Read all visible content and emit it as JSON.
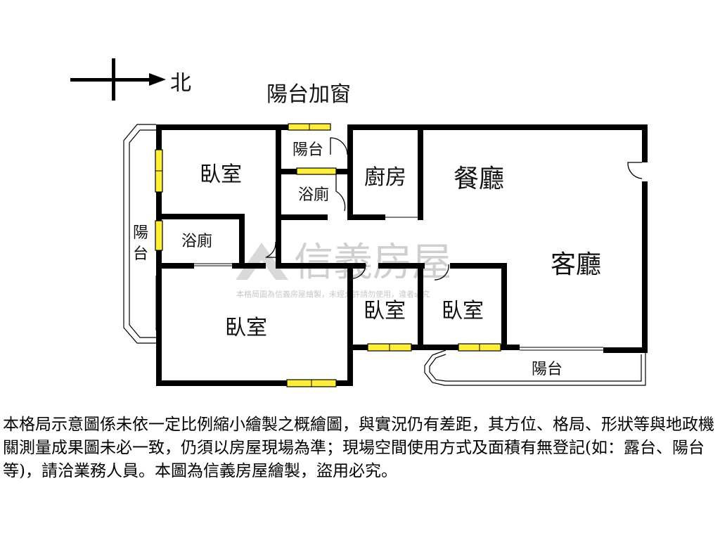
{
  "compass": {
    "direction": "北"
  },
  "rooms": {
    "bedroom_nw": "臥室",
    "balcony_window": "陽台加窗",
    "balcony_small": "陽台",
    "kitchen": "廚房",
    "dining": "餐廳",
    "bath_1": "浴廁",
    "bath_2": "浴廁",
    "balcony_west": "陽台",
    "living": "客廳",
    "bedroom_mid": "臥室",
    "bedroom_east": "臥室",
    "master_bedroom": "臥室",
    "balcony_south": "陽台"
  },
  "watermark": {
    "brand": "信義房屋",
    "note": "本格局圖為信義房屋繪製，未經允許請勿使用，違者必究"
  },
  "disclaimer": "本格局示意圖係未依一定比例縮小繪製之概繪圖，與實況仍有差距，其方位、格局、形狀等與地政機關測量成果圖未必一致，仍須以房屋現場為準；現場空間使用方式及面積有無登記(如：露台、陽台等)，請洽業務人員。本圖為信義房屋繪製，盜用必究。",
  "colors": {
    "wall": "#000000",
    "window": "#ffef3a",
    "watermark": "#cfcfcf"
  }
}
